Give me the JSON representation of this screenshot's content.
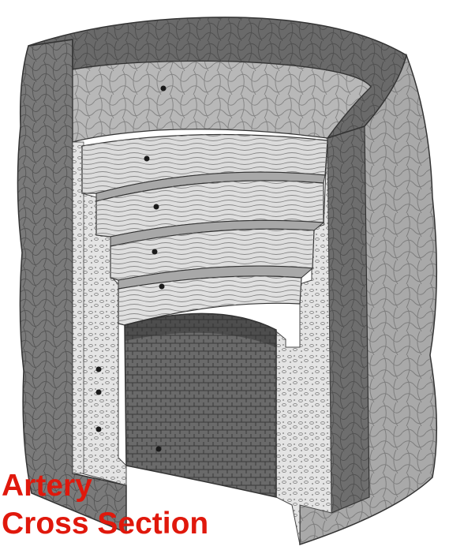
{
  "figure": {
    "caption_line1": "Artery",
    "caption_line2": "Cross Section"
  },
  "colors": {
    "caption": "#e0180c",
    "outer_fibrous": "#6d6d6d",
    "outer_fibrous_face": "#a7a7a7",
    "muscle_layer": "#d9d9d9",
    "elastic_lamina": "#bcbcbc",
    "connective_speckle": "#c8c8c8",
    "endothelium": "#5b5b5b",
    "line": "#333333"
  },
  "icons": [
    "tissue-layer-marker-dot"
  ]
}
